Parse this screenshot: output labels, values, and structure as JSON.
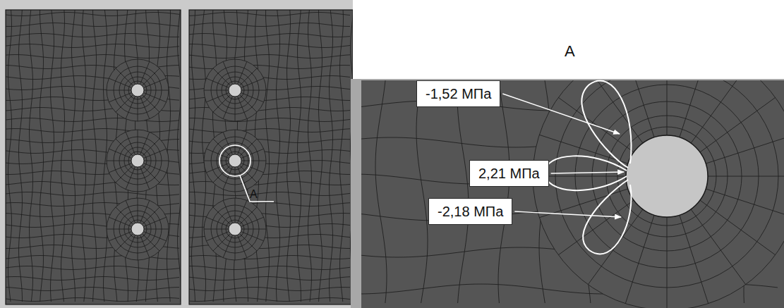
{
  "diagram": {
    "nodes": [
      {
        "text": [
          "-1,52 МПа"
        ]
      },
      {
        "text": [
          "2,21 МПа"
        ]
      },
      {
        "text": [
          "-2,18 МПа"
        ]
      }
    ],
    "labels": [
      "A",
      "A"
    ]
  }
}
